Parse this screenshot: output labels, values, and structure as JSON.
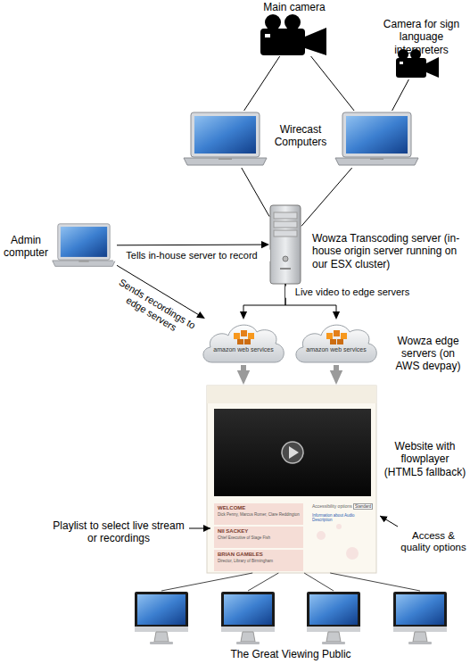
{
  "diagram": {
    "nodes": [
      {
        "text": [
          "Main camera"
        ]
      },
      {
        "text": [
          "Camera for sign language interpreters"
        ]
      },
      {
        "text": [
          "Wirecast Computers"
        ]
      },
      {
        "text": []
      },
      {
        "text": [
          "Admin computer"
        ]
      },
      {
        "text": [
          "Wowza Transcoding server (in-house origin server running on our ESX cluster)"
        ]
      },
      {
        "text": [
          "amazon web services"
        ]
      },
      {
        "text": [
          "amazon web services"
        ]
      },
      {
        "text": [
          "Website with flowplayer (HTML5 fallback)"
        ]
      },
      {
        "text": []
      },
      {
        "text": []
      },
      {
        "text": []
      },
      {
        "text": []
      }
    ],
    "edges": [
      {
        "from": 0,
        "to": 2,
        "arrow": "none"
      },
      {
        "from": 0,
        "to": 3,
        "arrow": "none"
      },
      {
        "from": 1,
        "to": 3,
        "arrow": "none"
      },
      {
        "from": 2,
        "to": 5,
        "arrow": "none"
      },
      {
        "from": 3,
        "to": 5,
        "arrow": "none"
      },
      {
        "from": 4,
        "to": 5,
        "arrow": "to",
        "label": "Tells in-house server to record"
      },
      {
        "from": 4,
        "to": 6,
        "arrow": "to",
        "label": "Sends recordings to edge servers"
      },
      {
        "from": 5,
        "to": 6,
        "arrow": "to",
        "label": "Live video to edge servers"
      },
      {
        "from": 5,
        "to": 7,
        "arrow": "to"
      },
      {
        "from": 6,
        "to": 8,
        "arrow": "to"
      },
      {
        "from": 7,
        "to": 8,
        "arrow": "to"
      },
      {
        "from": 8,
        "to": 9,
        "arrow": "none"
      },
      {
        "from": 8,
        "to": 10,
        "arrow": "none"
      },
      {
        "from": 8,
        "to": 11,
        "arrow": "none"
      },
      {
        "from": 8,
        "to": 12,
        "arrow": "none"
      }
    ],
    "labels": [
      "WELCOME",
      "Dick Penny, Marcus Romer, Clare Reddington",
      "NII SACKEY",
      "Chief Executive of Stage Fish",
      "BRIAN GAMBLES",
      "Director, Library of Birmingham",
      "Accessibility options",
      "Standard",
      "Information about Audio Description",
      "Wowza edge servers (on AWS devpay)",
      "Playlist to select live stream or recordings",
      "Access & quality options",
      "The Great Viewing Public"
    ]
  }
}
